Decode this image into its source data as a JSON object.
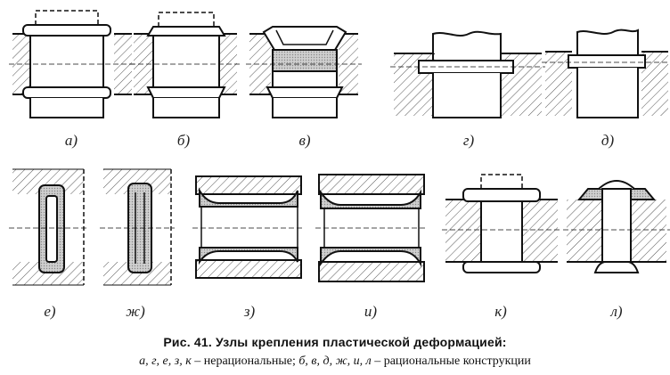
{
  "figure": {
    "labels": {
      "a": "а)",
      "b": "б)",
      "v": "в)",
      "g": "г)",
      "d": "д)",
      "e": "е)",
      "zh": "ж)",
      "z": "з)",
      "i": "и)",
      "k": "к)",
      "l": "л)"
    },
    "caption": {
      "title": "Рис. 41. Узлы крепления пластической деформацией:",
      "irrational_letters": "а, г, е, з, к",
      "irrational_text": " – нерациональные; ",
      "rational_letters": "б, в, д, ж, и, л",
      "rational_text": " – рациональные конструкции"
    }
  }
}
